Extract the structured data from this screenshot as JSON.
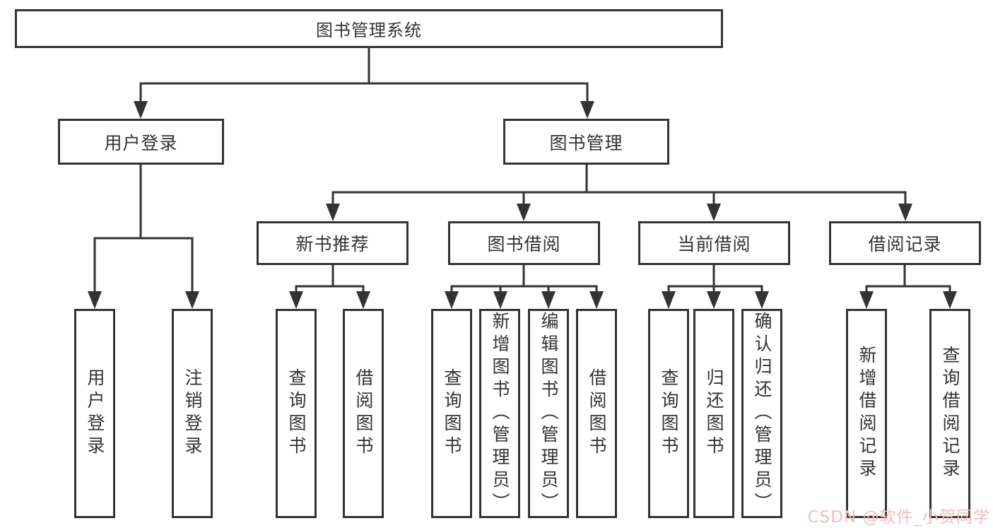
{
  "nodes": {
    "root": "图书管理系统",
    "branch_user_login": "用户登录",
    "branch_book_mgmt": "图书管理",
    "sub_new_book_rec": "新书推荐",
    "sub_book_borrow": "图书借阅",
    "sub_current_borrow": "当前借阅",
    "sub_borrow_records": "借阅记录",
    "leaf_user_login": "用户登录",
    "leaf_logout": "注销登录",
    "leaf_query_books_newrec": "查询图书",
    "leaf_borrow_books_newrec": "借阅图书",
    "leaf_query_books_borrow": "查询图书",
    "leaf_add_books_admin": "新增图书（管理员）",
    "leaf_edit_books_admin": "编辑图书（管理员）",
    "leaf_borrow_books_borrow": "借阅图书",
    "leaf_query_books_current": "查询图书",
    "leaf_return_books": "归还图书",
    "leaf_confirm_return_admin": "确认归还（管理员）",
    "leaf_add_borrow_record": "新增借阅记录",
    "leaf_query_borrow_record": "查询借阅记录"
  },
  "watermark": "CSDN @软件_小贺同学",
  "colors": {
    "line": "#333333",
    "text": "#333333",
    "watermark": "#f2bdbd",
    "background": "#ffffff"
  }
}
